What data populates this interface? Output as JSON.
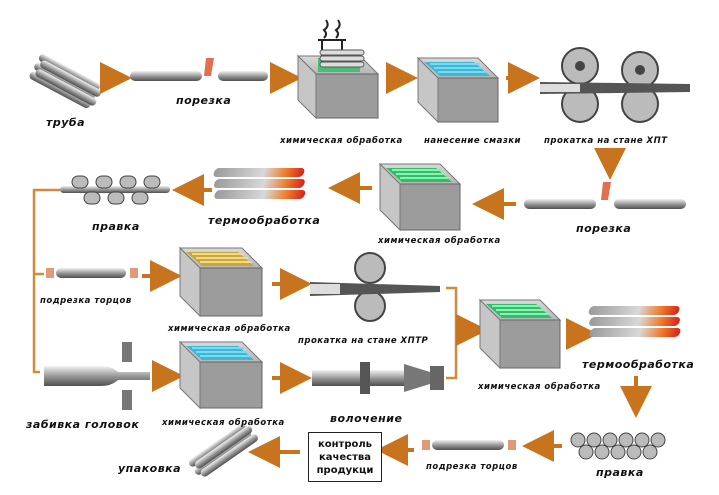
{
  "labels": {
    "truba": "труба",
    "poreska1": "порезка",
    "chem1": "химическая обработка",
    "smazka": "нанесение смазки",
    "prokatka_hpt": "прокатка на стане ХПТ",
    "pravka1": "правка",
    "termo1": "термообработка",
    "chem2": "химическая обработка",
    "poreska2": "порезка",
    "podrezka1": "подрезка торцов",
    "chem3": "химическая обработка",
    "prokatka_hptr": "прокатка на стане ХПТР",
    "chem4": "химическая обработка",
    "termo2": "термообработка",
    "zabivka": "забивка головок",
    "chem5": "химическая обработка",
    "volochenie": "волочение",
    "upakovka": "упаковка",
    "quality_line1": "контроль",
    "quality_line2": "качества",
    "quality_line3": "продукци",
    "podrezka2": "подрезка торцов",
    "pravka2": "правка"
  },
  "colors": {
    "arrow": "#c8741e",
    "flow_line": "#d08a3a",
    "chem_green": "#2fbf6a",
    "lube_cyan": "#3ab8d8",
    "chem_yellow": "#c9a836",
    "heat_red": "#e0451e"
  }
}
